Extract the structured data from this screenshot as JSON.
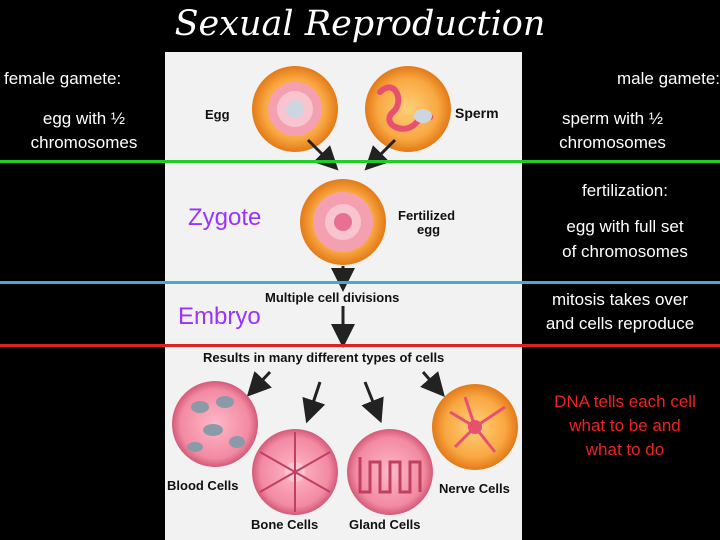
{
  "title": "Sexual Reproduction",
  "left": {
    "female_gamete": "female gamete:",
    "egg_half_line1": "egg with ½",
    "egg_half_line2": "chromosomes",
    "zygote": "Zygote",
    "embryo": "Embryo"
  },
  "right": {
    "male_gamete": "male gamete:",
    "sperm_half_line1": "sperm with ½",
    "sperm_half_line2": "chromosomes",
    "fertilization": "fertilization:",
    "full_set_line1": "egg with full set",
    "full_set_line2": "of chromosomes",
    "mitosis_line1": "mitosis takes over",
    "mitosis_line2": "and cells reproduce",
    "dna_line1": "DNA tells each cell",
    "dna_line2": "what to be and",
    "dna_line3": "what to do"
  },
  "diagram": {
    "egg": "Egg",
    "sperm": "Sperm",
    "fertilized_line1": "Fertilized",
    "fertilized_line2": "egg",
    "divisions": "Multiple cell divisions",
    "results": "Results in many different types of cells",
    "blood": "Blood Cells",
    "bone": "Bone Cells",
    "gland": "Gland Cells",
    "nerve": "Nerve Cells"
  },
  "colors": {
    "green_line": "#22cc22",
    "blue_line": "#44aadd",
    "red_line": "#dd2222",
    "purple_text": "#9933ff",
    "red_text": "#ee2222"
  }
}
